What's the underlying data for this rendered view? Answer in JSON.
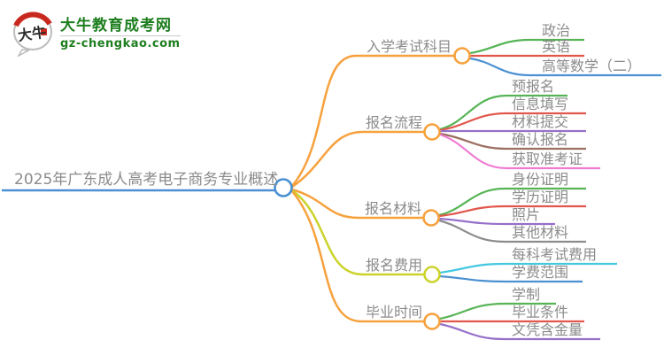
{
  "logo": {
    "icon_text": "大牛",
    "site_name": "大牛教育成考网",
    "site_url": "gz-chengkao.com",
    "brand_green": "#1e7e1e",
    "seal_red": "#c8281e",
    "bubble_border_gray": "#bcbcbc",
    "icon_ink_black": "#2b2b2b"
  },
  "mindmap": {
    "text_gray": "#8b8b8b",
    "root": {
      "label": "2025年广东成人高考电子商务专业概述",
      "color": "#4a90d2"
    },
    "branches": [
      {
        "label": "入学考试科目",
        "color": "#f7a13d",
        "children": [
          {
            "label": "政治",
            "color": "#56b456"
          },
          {
            "label": "英语",
            "color": "#e2574c"
          },
          {
            "label": "高等数学（二）",
            "color": "#4a90d2"
          }
        ]
      },
      {
        "label": "报名流程",
        "color": "#f7a13d",
        "children": [
          {
            "label": "预报名",
            "color": "#56b456"
          },
          {
            "label": "信息填写",
            "color": "#e2574c"
          },
          {
            "label": "材料提交",
            "color": "#9670c9"
          },
          {
            "label": "确认报名",
            "color": "#9c6f60"
          },
          {
            "label": "获取准考证",
            "color": "#ee7bd3"
          }
        ]
      },
      {
        "label": "报名材料",
        "color": "#f7a13d",
        "children": [
          {
            "label": "身份证明",
            "color": "#56b456"
          },
          {
            "label": "学历证明",
            "color": "#e2574c"
          },
          {
            "label": "照片",
            "color": "#9670c9"
          },
          {
            "label": "其他材料",
            "color": "#8c8c8c"
          }
        ]
      },
      {
        "label": "报名费用",
        "color": "#cbd32b",
        "children": [
          {
            "label": "每科考试费用",
            "color": "#43c8e0"
          },
          {
            "label": "学费范围",
            "color": "#4a90d2"
          }
        ]
      },
      {
        "label": "毕业时间",
        "color": "#f7a13d",
        "children": [
          {
            "label": "学制",
            "color": "#56b456"
          },
          {
            "label": "毕业条件",
            "color": "#e2574c"
          },
          {
            "label": "文凭含金量",
            "color": "#9670c9"
          }
        ]
      }
    ]
  }
}
